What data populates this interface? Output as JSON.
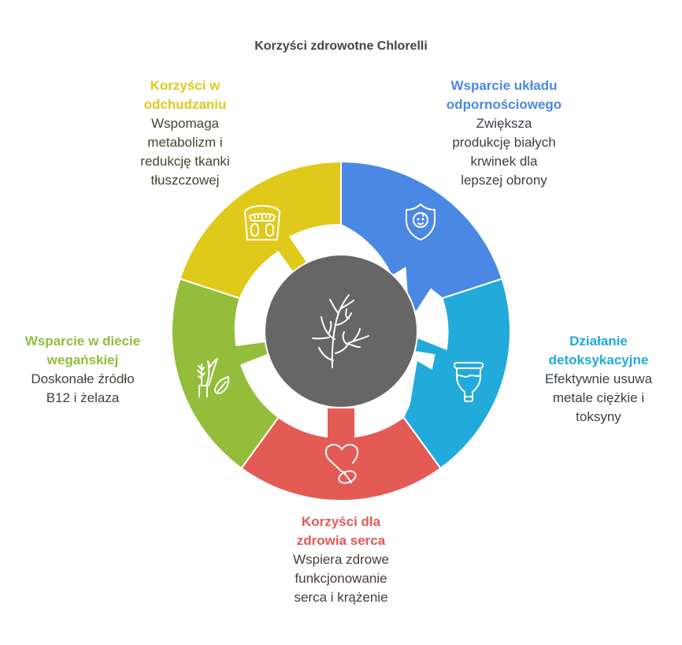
{
  "title": "Korzyści zdrowotne Chlorelli",
  "center": {
    "icon": "branch-tree-icon",
    "color": "#666666"
  },
  "segments": [
    {
      "id": "immune",
      "heading": "Wsparcie układu odpornościowego",
      "heading_lines": [
        "Wsparcie układu",
        "odpornościowego"
      ],
      "body_lines": [
        "Zwiększa",
        "produkcję białych",
        "krwinek dla",
        "lepszej obrony"
      ],
      "color": "#4a88e4",
      "text_color": "#3a3f4a",
      "icon": "baby-shield-icon"
    },
    {
      "id": "detox",
      "heading": "Działanie detoksykacyjne",
      "heading_lines": [
        "Działanie",
        "detoksykacyjne"
      ],
      "body_lines": [
        "Efektywnie usuwa",
        "metale ciężkie i",
        "toksyny"
      ],
      "color": "#22aadb",
      "text_color": "#3a4148",
      "icon": "cup-icon"
    },
    {
      "id": "heart",
      "heading": "Korzyści dla zdrowia serca",
      "heading_lines": [
        "Korzyści dla",
        "zdrowia serca"
      ],
      "body_lines": [
        "Wspiera zdrowe",
        "funkcjonowanie",
        "serca i krążenie"
      ],
      "color": "#e45a55",
      "text_color": "#4a3a3a",
      "icon": "heart-pill-icon"
    },
    {
      "id": "vegan",
      "heading": "Wsparcie w diecie wegańskiej",
      "heading_lines": [
        "Wsparcie w diecie",
        "wegańskiej"
      ],
      "body_lines": [
        "Doskonałe źródło",
        "B12 i żelaza"
      ],
      "color": "#93bd3b",
      "text_color": "#40443a",
      "icon": "plants-leaf-icon"
    },
    {
      "id": "weight",
      "heading": "Korzyści w odchudzaniu",
      "heading_lines": [
        "Korzyści w",
        "odchudzaniu"
      ],
      "body_lines": [
        "Wspomaga",
        "metabolizm i",
        "redukcję tkanki",
        "tłuszczowej"
      ],
      "color": "#dfca1b",
      "text_color": "#45432f",
      "icon": "weight-scale-icon"
    }
  ]
}
